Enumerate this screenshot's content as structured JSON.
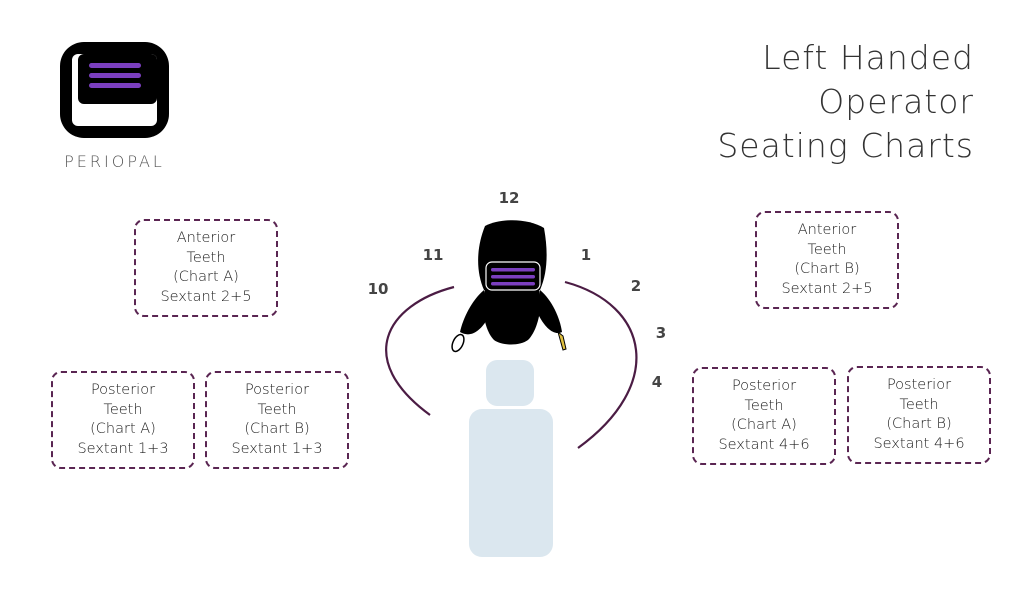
{
  "brand": {
    "name": "PERIOPAL",
    "logo_colors": {
      "frame": "#000000",
      "stripes": "#7b3fbf"
    }
  },
  "title": {
    "lines": [
      "Left Handed",
      "Operator",
      "Seating Charts"
    ]
  },
  "clock_positions": [
    "12",
    "11",
    "1",
    "10",
    "2",
    "3",
    "4"
  ],
  "charts": [
    {
      "id": "anterior-chart-a",
      "lines": [
        "Anterior",
        "Teeth",
        "(Chart A)",
        "Sextant 2+5"
      ]
    },
    {
      "id": "anterior-chart-b",
      "lines": [
        "Anterior",
        "Teeth",
        "(Chart B)",
        "Sextant 2+5"
      ]
    },
    {
      "id": "posterior-chart-a-13",
      "lines": [
        "Posterior",
        "Teeth",
        "(Chart A)",
        "Sextant 1+3"
      ]
    },
    {
      "id": "posterior-chart-b-13",
      "lines": [
        "Posterior",
        "Teeth",
        "(Chart B)",
        "Sextant 1+3"
      ]
    },
    {
      "id": "posterior-chart-a-46",
      "lines": [
        "Posterior",
        "Teeth",
        "(Chart A)",
        "Sextant 4+6"
      ]
    },
    {
      "id": "posterior-chart-b-46",
      "lines": [
        "Posterior",
        "Teeth",
        "(Chart B)",
        "Sextant 4+6"
      ]
    }
  ],
  "colors": {
    "dashed_border": "#5a2552",
    "arc": "#4b1c44",
    "operator": "#000000",
    "operator_visor": "#7b3fbf",
    "chair": "#dbe7ef",
    "instrument": "#e0c040"
  }
}
